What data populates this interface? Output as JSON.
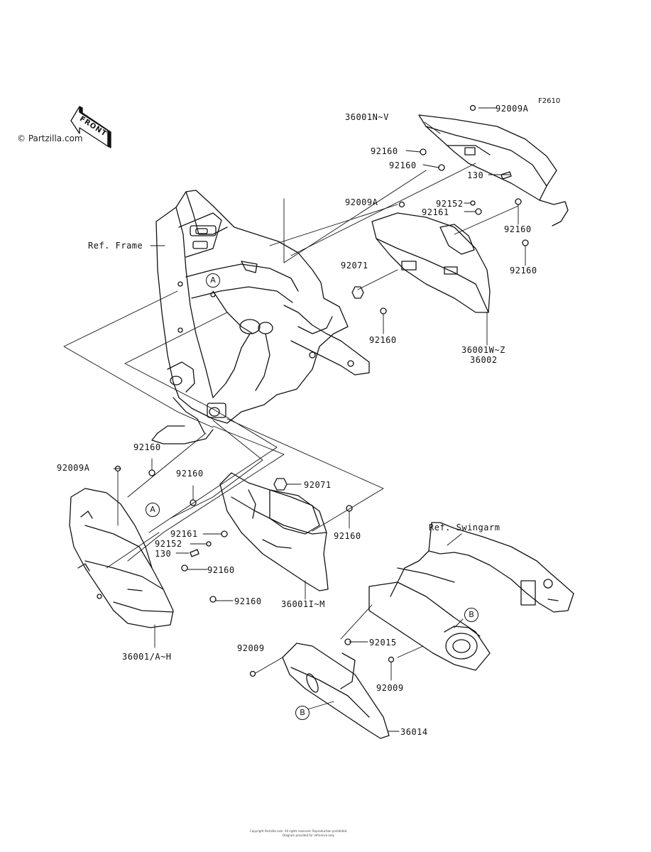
{
  "header": {
    "copyright": "© Partzilla.com",
    "figure_code": "F2610",
    "front_label": "FRONT"
  },
  "refs": {
    "frame": "Ref. Frame",
    "swingarm": "Ref. Swingarm"
  },
  "callouts": {
    "a": "A",
    "b": "B"
  },
  "labels": {
    "l01": "36001N~V",
    "l02": "92009A",
    "l03": "92160",
    "l04": "92160",
    "l05": "92009A",
    "l06": "130",
    "l07": "92152",
    "l08": "92161",
    "l09": "92160",
    "l10": "92160",
    "l11": "92071",
    "l12": "92160",
    "l13": "36001W~Z",
    "l14": "36002",
    "l15": "92160",
    "l16": "92009A",
    "l17": "92160",
    "l18": "92071",
    "l19": "92161",
    "l20": "92152",
    "l21": "130",
    "l22": "92160",
    "l23": "92160",
    "l24": "36001I~M",
    "l25": "92160",
    "l26": "36001/A~H",
    "l27": "92009",
    "l28": "92015",
    "l29": "92009",
    "l30": "36014"
  },
  "footer": {
    "line1": "Copyright Partzilla.com. All rights reserved. Reproduction prohibited.",
    "line2": "Diagram provided for reference only."
  }
}
